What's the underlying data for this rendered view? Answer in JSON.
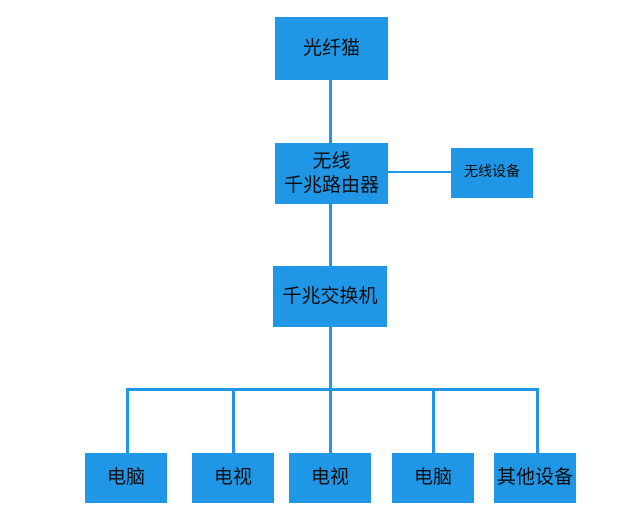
{
  "diagram": {
    "colors": {
      "box_fill": "#1f97e6",
      "connector": "#1f97e6",
      "text": "#0b0b0b"
    },
    "nodes": {
      "modem": "光纤猫",
      "router": "无线\n千兆路由器",
      "wireless_devices": "无线设备",
      "switch": "千兆交换机",
      "pc_1": "电脑",
      "tv_1": "电视",
      "tv_2": "电视",
      "pc_2": "电脑",
      "other_devices": "其他设备"
    }
  }
}
